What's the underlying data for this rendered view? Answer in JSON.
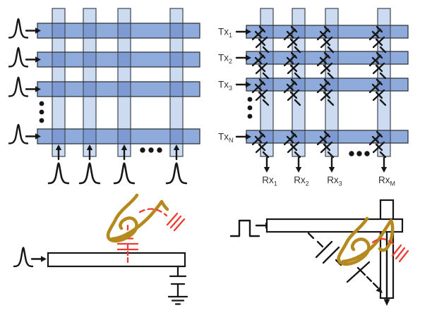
{
  "colors": {
    "row_bar": "#8fabdc",
    "intersection": "#7e9ad2",
    "column_bar": "#ccdbf0",
    "column_border": "#49525e",
    "row_border": "#32363e",
    "ink": "#161616",
    "finger": "#b5891e",
    "touch_red": "#ee3a30"
  },
  "top_right": {
    "tx": [
      {
        "base": "Tx",
        "sub": "1"
      },
      {
        "base": "Tx",
        "sub": "2"
      },
      {
        "base": "Tx",
        "sub": "3"
      },
      {
        "base": "Tx",
        "sub": "N"
      }
    ],
    "rx": [
      {
        "base": "Rx",
        "sub": "1"
      },
      {
        "base": "Rx",
        "sub": "2"
      },
      {
        "base": "Rx",
        "sub": "3"
      },
      {
        "base": "Rx",
        "sub": "M"
      }
    ]
  },
  "icons": {
    "gaussian_pulse": "gaussian-pulse-waveform",
    "square_pulse": "square-pulse-waveform",
    "arrow": "signal-direction-arrow",
    "mutual_capacitor": "diagonal-capacitor-symbol",
    "red_capacitor": "finger-coupling-capacitor-symbol",
    "earth_ground": "earth-ground-symbol",
    "red_slashes": "body-ground-return-symbol",
    "finger": "finger-touch-loop",
    "ellipsis": "continuation-dots"
  }
}
